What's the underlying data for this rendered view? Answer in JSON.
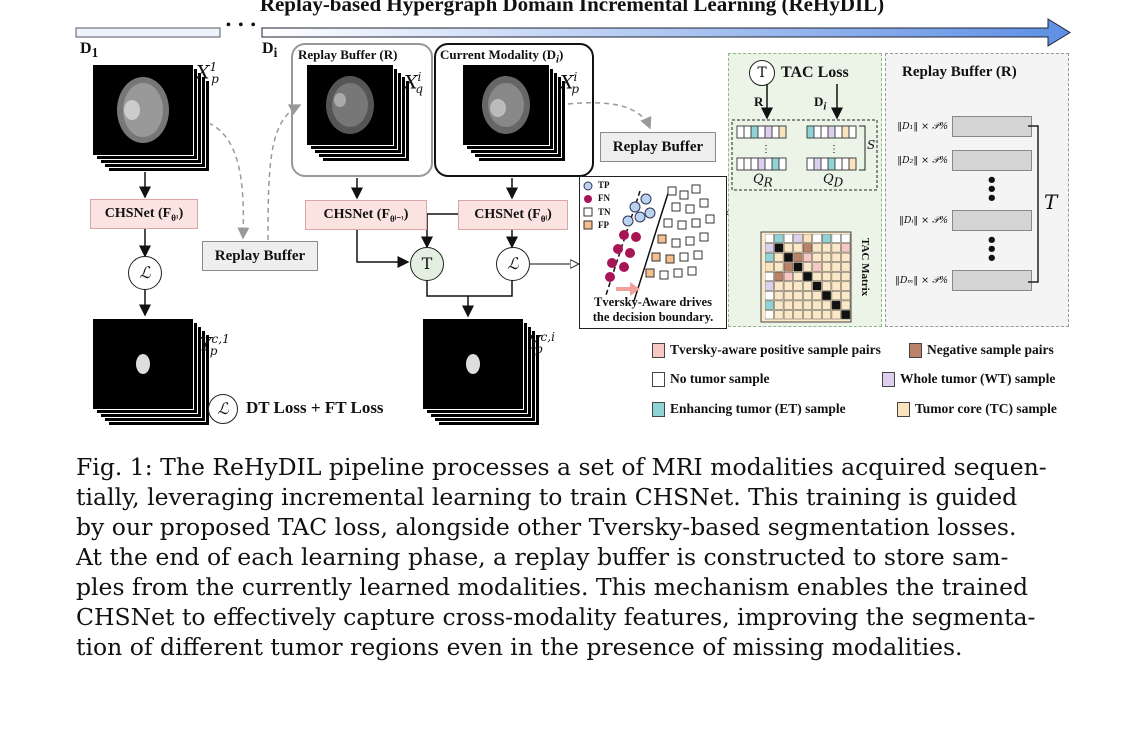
{
  "figure": {
    "title": "Replay-based Hypergraph Domain Incremental Learning (ReHyDIL)",
    "timeline": {
      "d1": "D",
      "d1_sub": "1",
      "di": "D",
      "di_sub": "i",
      "ellipsis": "• • •"
    },
    "left_branch": {
      "input_var": "X",
      "input_sup": "1",
      "input_sub": "p",
      "chsnet_label": "CHSNet (F",
      "chsnet_sub": "θ¹",
      "loss_symbol": "ℒ",
      "output_var": "Y",
      "output_sup": "c,1",
      "output_sub": "p"
    },
    "replay_buffer_box_label": "Replay Buffer",
    "middle_replay": {
      "title": "Replay Buffer  (R)",
      "input_var": "X",
      "input_sup": "i",
      "input_sub": "q",
      "chsnet_label": "CHSNet (F",
      "chsnet_sub": "θⁱ⁻¹"
    },
    "current_modality": {
      "title": "Current Modality (D",
      "title_sub": "i",
      "input_var": "X",
      "input_sup": "i",
      "input_sub": "p",
      "chsnet_label": "CHSNet (F",
      "chsnet_sub": "θⁱ"
    },
    "tac_symbol": "T",
    "loss_symbol": "ℒ",
    "output_i": {
      "var": "Y",
      "sup": "c,i",
      "sub": "p"
    },
    "loss_legend": "DT Loss + FT Loss",
    "replay_buffer_right_label": "Replay Buffer",
    "scatter": {
      "legend": [
        "TP",
        "FN",
        "TN",
        "FP"
      ],
      "caption_line1": "Tversky-Aware drives",
      "caption_line2": "the decision boundary."
    },
    "tac_panel": {
      "title": "TAC Loss",
      "r_label": "R",
      "d_label": "D",
      "d_sub": "i",
      "qr": "Q",
      "qr_sub": "R",
      "qd": "Q",
      "qd_sub": "D",
      "s_label": "S",
      "matrix_label": "TAC Matrix"
    },
    "replay_panel": {
      "title": "Replay Buffer (R)",
      "rows": [
        "‖D₁‖ × 𝒫%",
        "‖D₂‖ × 𝒫%",
        "‖Dᵢ‖ × 𝒫%",
        "‖Dₘ‖ × 𝒫%"
      ],
      "t_label": "T"
    },
    "legend": [
      {
        "label": "Tversky-aware positive sample pairs",
        "color": "#f6c7c3"
      },
      {
        "label": "Negative sample pairs",
        "color": "#b98269"
      },
      {
        "label": "No tumor sample",
        "color": "#ffffff"
      },
      {
        "label": "Whole tumor (WT) sample",
        "color": "#ddcfee"
      },
      {
        "label": "Enhancing tumor (ET) sample",
        "color": "#8fd3d6"
      },
      {
        "label": "Tumor core (TC) sample",
        "color": "#fbe3bd"
      }
    ]
  },
  "caption": [
    "Fig. 1: The ReHyDIL pipeline processes a set of MRI modalities acquired sequen-",
    "tially, leveraging incremental learning to train CHSNet. This training is guided",
    "by our proposed TAC loss, alongside other Tversky-based segmentation losses.",
    "At the end of each learning phase, a replay buffer is constructed to store sam-",
    "ples from the currently learned modalities. This mechanism enables the trained",
    "CHSNet to effectively capture cross-modality features, improving the segmenta-",
    "tion of different tumor regions even in the presence of missing modalities."
  ]
}
